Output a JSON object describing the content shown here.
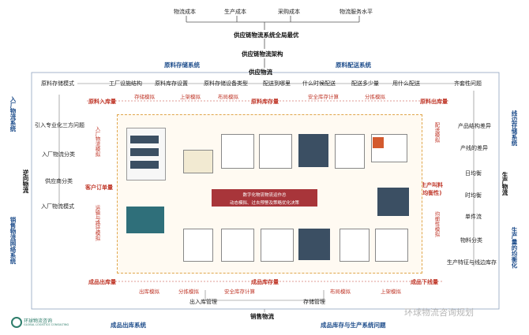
{
  "top_costs": [
    "物流成本",
    "生产成本",
    "采购成本",
    "物流服务水平"
  ],
  "goal": "供应链物流系统全局最优",
  "architecture": "供应链物流架构",
  "supply_logistics": "供应物流",
  "raw_storage_system": "原料存储系统",
  "raw_delivery_system": "原料配送系统",
  "left_vertical_top": "入厂物流系统",
  "left_vertical_mid": "逆向物流",
  "left_vertical_bottom": "销售物流网络系统",
  "right_vertical_top": "线边存储系统",
  "right_vertical_mid": "生产物流",
  "right_vertical_bottom": "生产量的均衡化",
  "top_row": [
    "原料存储模式",
    "工厂设施结构",
    "原料库存设置",
    "原料存储设备类型",
    "配送到哪里",
    "什么时候配送",
    "配送多少量",
    "用什么配送",
    "齐套性问题"
  ],
  "red_row_top": [
    "原料入库量",
    "原料库存量",
    "原料出库量"
  ],
  "red_labels_top": [
    "存储模拟",
    "上架模拟",
    "布局模拟",
    "安全库存计算",
    "分拣模拟"
  ],
  "left_column": [
    "引入专业化三方问题",
    "入厂物流分类",
    "供应商分类",
    "入厂物流模式"
  ],
  "left_side_labels": [
    "客户订单量",
    "入厂物流模拟",
    "运输与路径模拟"
  ],
  "right_column": [
    "产品结构差异",
    "产线的差异",
    "日均衡",
    "时均衡",
    "单件流",
    "物料分类",
    "生产特征与线边库存"
  ],
  "right_side_labels": [
    "生产叫料",
    "(均衡性)",
    "配送模拟",
    "均衡性模拟"
  ],
  "bottom_red_row": [
    "成品出库量",
    "成品库存量",
    "成品下线量"
  ],
  "bottom_red_labels": [
    "出库模拟",
    "分拣模拟",
    "安全库存计算",
    "布局模拟",
    "上架模拟"
  ],
  "bottom_row": [
    "出入库管理",
    "存储管理"
  ],
  "sales_logistics": "销售物流",
  "finished_outbound_system": "成品出库系统",
  "finished_storage_system": "成品库存与生产系统问题",
  "core_center_line1": "数字化物流物流运作总",
  "core_center_line2": "动态模拟、过去预警及策略优化决策",
  "logo_text": "环球物流咨询",
  "logo_sub": "GLOBAL LOGISTICS CONSULTING",
  "watermark": "环球物流咨询规划",
  "colors": {
    "blue": "#1f4e8c",
    "red": "#c0392b",
    "dark": "#3b4f63",
    "core_red": "#a8353a"
  }
}
